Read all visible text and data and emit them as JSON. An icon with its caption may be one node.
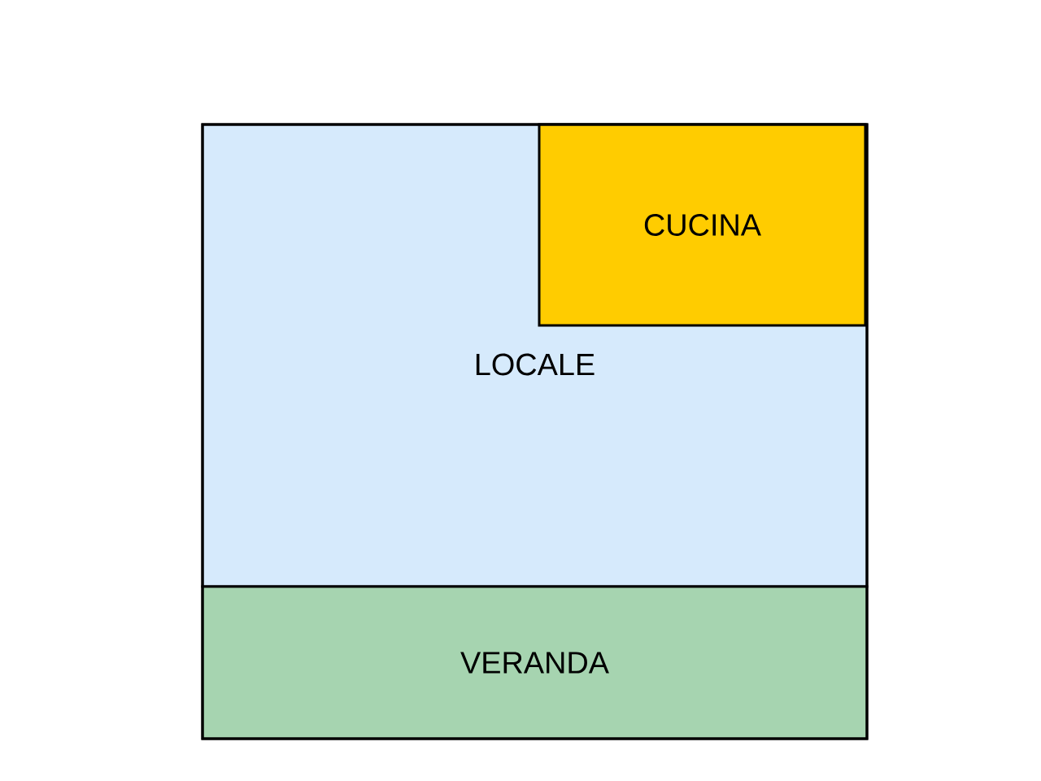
{
  "diagram": {
    "nodes": [
      {
        "text": [
          "LOCALE"
        ]
      },
      {
        "text": [
          "CUCINA"
        ],
        "in": 0
      },
      {
        "text": [
          "VERANDA"
        ]
      }
    ]
  }
}
